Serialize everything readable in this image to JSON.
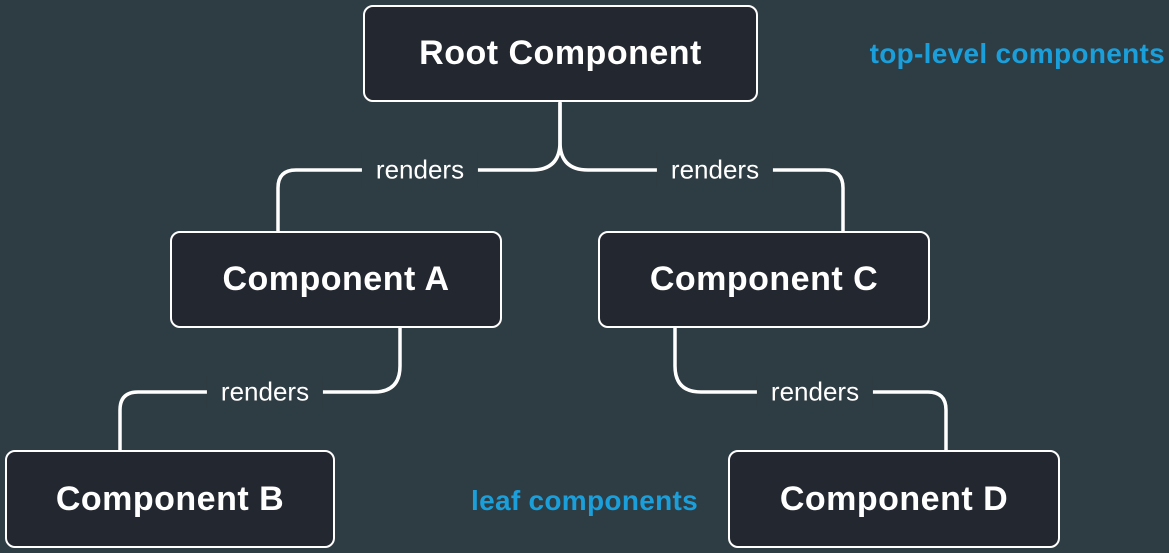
{
  "diagram": {
    "nodes": [
      {
        "id": "root",
        "label": "Root Component"
      },
      {
        "id": "a",
        "label": "Component A"
      },
      {
        "id": "c",
        "label": "Component C"
      },
      {
        "id": "b",
        "label": "Component B"
      },
      {
        "id": "d",
        "label": "Component D"
      }
    ],
    "edges": [
      {
        "from": "Root Component",
        "to": "Component A",
        "label": "renders"
      },
      {
        "from": "Root Component",
        "to": "Component C",
        "label": "renders"
      },
      {
        "from": "Component A",
        "to": "Component B",
        "label": "renders"
      },
      {
        "from": "Component C",
        "to": "Component D",
        "label": "renders"
      }
    ],
    "annotations": {
      "top_level": "top-level components",
      "leaf": "leaf components"
    }
  },
  "colors": {
    "background": "#2e3c43",
    "node_fill": "#23272f",
    "node_border": "#ffffff",
    "node_text": "#ffffff",
    "edge_line": "#ffffff",
    "edge_label_text": "#ffffff",
    "annotation": "#1b9fdb"
  }
}
